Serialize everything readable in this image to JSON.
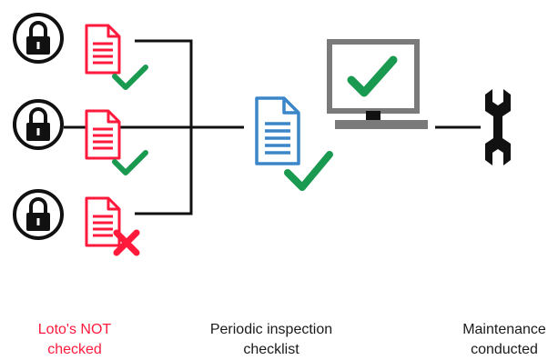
{
  "captions": {
    "loto": {
      "line1": "Loto's NOT",
      "line2": "checked"
    },
    "checklist": {
      "line1": "Periodic inspection",
      "line2": "checklist"
    },
    "maintenance": {
      "line1": "Maintenance",
      "line2": "conducted"
    }
  },
  "loto_rows": [
    {
      "icon": "padlock-icon",
      "document": "document-icon",
      "status": "checked"
    },
    {
      "icon": "padlock-icon",
      "document": "document-icon",
      "status": "checked"
    },
    {
      "icon": "padlock-icon",
      "document": "document-icon",
      "status": "not-checked"
    }
  ],
  "icons": {
    "checklist": "document-icon",
    "computer": "monitor-icon",
    "maintenance": "wrench-icon",
    "check": "checkmark-icon",
    "fail": "cross-icon"
  },
  "colors": {
    "alert_red": "#ff1a3c",
    "check_green": "#1a9a50",
    "checklist_blue": "#3a86c8",
    "line_black": "#111111",
    "monitor_gray": "#7a7a7a"
  }
}
